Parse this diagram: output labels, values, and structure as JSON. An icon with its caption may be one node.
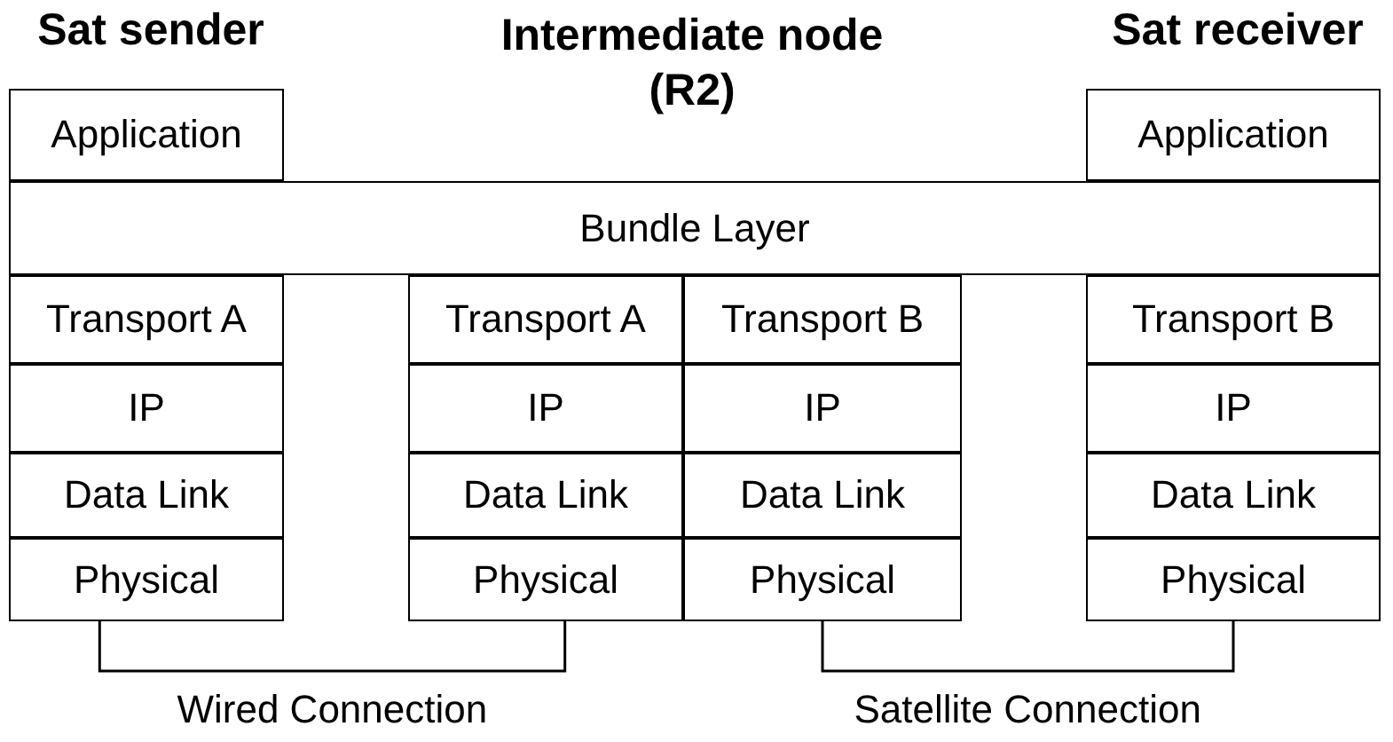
{
  "diagram": {
    "nodes": [
      {
        "text": [
          "Application"
        ]
      },
      {
        "text": [
          "Application"
        ]
      },
      {
        "text": [
          "Bundle Layer"
        ]
      },
      {
        "text": [
          "Transport A"
        ]
      },
      {
        "text": [
          "IP"
        ]
      },
      {
        "text": [
          "Data Link"
        ]
      },
      {
        "text": [
          "Physical"
        ]
      },
      {
        "text": [
          "Transport A"
        ]
      },
      {
        "text": [
          "IP"
        ]
      },
      {
        "text": [
          "Data Link"
        ]
      },
      {
        "text": [
          "Physical"
        ]
      },
      {
        "text": [
          "Transport B"
        ]
      },
      {
        "text": [
          "IP"
        ]
      },
      {
        "text": [
          "Data Link"
        ]
      },
      {
        "text": [
          "Physical"
        ]
      },
      {
        "text": [
          "Transport B"
        ]
      },
      {
        "text": [
          "IP"
        ]
      },
      {
        "text": [
          "Data Link"
        ]
      },
      {
        "text": [
          "Physical"
        ]
      }
    ],
    "edges": [
      {
        "from": 6,
        "to": 10,
        "arrow": "none",
        "label": "Wired Connection"
      },
      {
        "from": 14,
        "to": 18,
        "arrow": "none",
        "label": "Satellite Connection"
      }
    ],
    "labels": [
      "Sat sender",
      "Intermediate node (R2)",
      "Sat receiver"
    ]
  }
}
